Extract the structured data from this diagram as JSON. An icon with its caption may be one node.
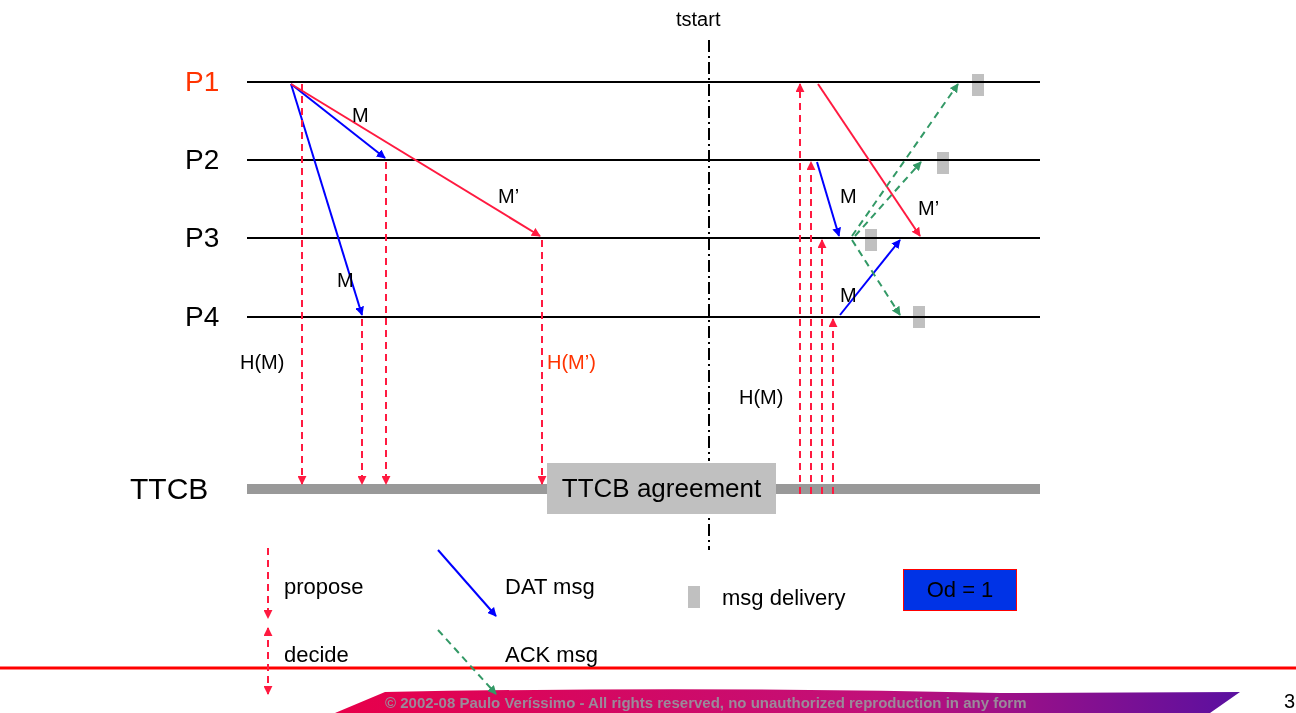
{
  "diagram": {
    "nodes": [
      {
        "text": [
          "P1"
        ]
      },
      {
        "text": [
          "P2"
        ]
      },
      {
        "text": [
          "P3"
        ]
      },
      {
        "text": [
          "P4"
        ]
      },
      {
        "text": [
          "TTCB"
        ]
      },
      {
        "text": [
          "TTCB agreement"
        ],
        "in": 4
      },
      {
        "text": [
          "Od = 1"
        ]
      }
    ],
    "edges": [
      {
        "from": 0,
        "to": 1,
        "arrow": "to",
        "label": "M",
        "color": "#0000ff"
      },
      {
        "from": 0,
        "to": 3,
        "arrow": "to",
        "label": "M",
        "color": "#0000ff"
      },
      {
        "from": 0,
        "to": 2,
        "arrow": "to",
        "label": "M’"
      },
      {
        "from": 0,
        "to": 4,
        "arrow": "to",
        "style": "dashed",
        "label": "H(M)"
      },
      {
        "from": 3,
        "to": 4,
        "arrow": "to",
        "style": "dashed"
      },
      {
        "from": 1,
        "to": 4,
        "arrow": "to",
        "style": "dashed"
      },
      {
        "from": 2,
        "to": 4,
        "arrow": "to",
        "style": "dashed",
        "label": "H(M’)"
      },
      {
        "from": 4,
        "to": 0,
        "arrow": "to",
        "style": "dashed",
        "label": "H(M)"
      },
      {
        "from": 4,
        "to": 1,
        "arrow": "to",
        "style": "dashed"
      },
      {
        "from": 4,
        "to": 2,
        "arrow": "to",
        "style": "dashed"
      },
      {
        "from": 4,
        "to": 3,
        "arrow": "to",
        "style": "dashed"
      },
      {
        "from": 0,
        "to": 2,
        "arrow": "to",
        "label": "M’"
      },
      {
        "from": 1,
        "to": 2,
        "arrow": "to",
        "label": "M",
        "color": "#0000ff"
      },
      {
        "from": 3,
        "to": 2,
        "arrow": "to",
        "label": "M",
        "color": "#0000ff"
      },
      {
        "from": 2,
        "to": 0,
        "arrow": "to",
        "style": "dashed",
        "color": "#339966"
      },
      {
        "from": 2,
        "to": 1,
        "arrow": "to",
        "style": "dashed",
        "color": "#339966"
      },
      {
        "from": 2,
        "to": 3,
        "arrow": "to",
        "style": "dashed",
        "color": "#339966"
      }
    ],
    "labels": [
      "tstart",
      "© 2002-08  Paulo Veríssimo - All rights reserved, no unauthorized reproduction in any form",
      "3"
    ],
    "legend": [
      {
        "text": "propose"
      },
      {
        "text": "decide"
      },
      {
        "text": "DAT msg"
      },
      {
        "text": "ACK msg"
      },
      {
        "text": "msg delivery",
        "color": "#c0c0c0"
      }
    ]
  }
}
